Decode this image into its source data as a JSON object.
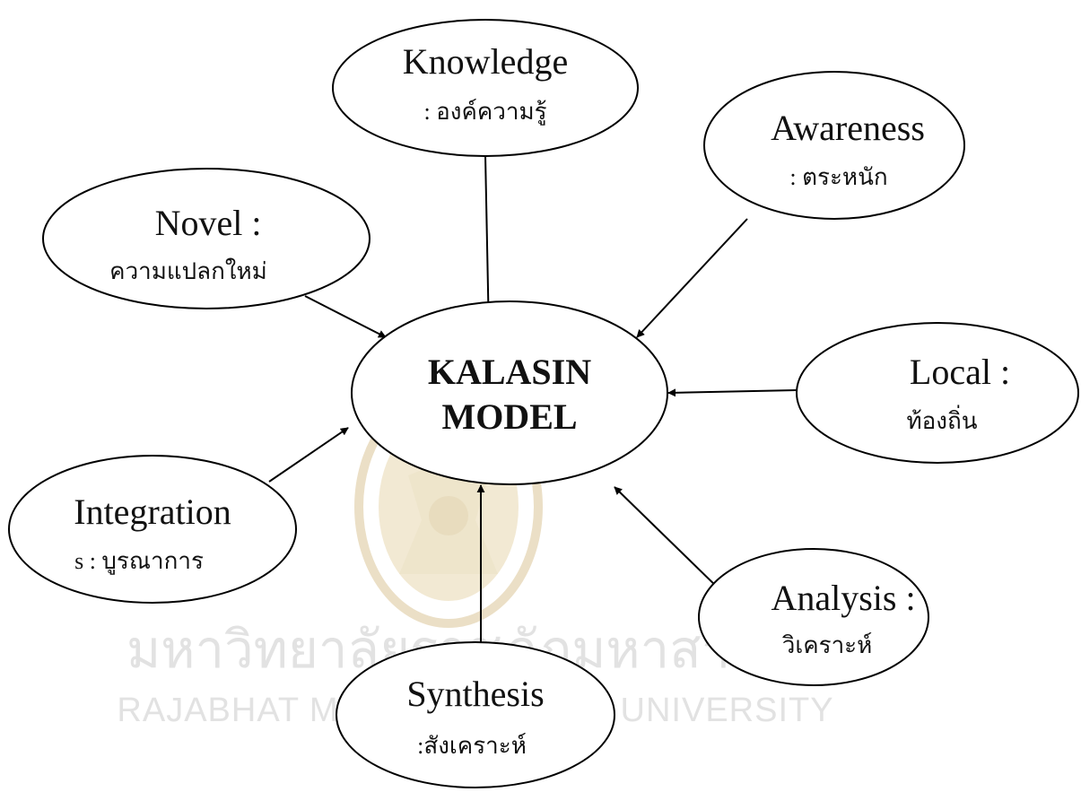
{
  "center": {
    "line1": "KALASIN",
    "line2": "MODEL"
  },
  "nodes": {
    "knowledge": {
      "en": "Knowledge",
      "th": ": องค์ความรู้"
    },
    "awareness": {
      "en": "Awareness",
      "th": ": ตระหนัก"
    },
    "novel": {
      "en": "Novel  :",
      "th": "ความแปลกใหม่"
    },
    "local": {
      "en": "Local  :",
      "th": "ท้องถิ่น"
    },
    "integration": {
      "en": "Integration",
      "th": "s  :  บูรณาการ"
    },
    "analysis": {
      "en": "Analysis  :",
      "th": "วิเคราะห์"
    },
    "synthesis": {
      "en": "Synthesis",
      "th": ":สังเคราะห์"
    }
  },
  "watermark": {
    "line1": "มหาวิทยาลัยราชภัฏมหาสารคาม",
    "line2": "RAJABHAT MAHASARAKHAM UNIVERSITY"
  },
  "colors": {
    "stroke": "#000000",
    "text": "#111111",
    "watermark_text": "#e2e2e2",
    "watermark_seal": "#efe4c8"
  }
}
